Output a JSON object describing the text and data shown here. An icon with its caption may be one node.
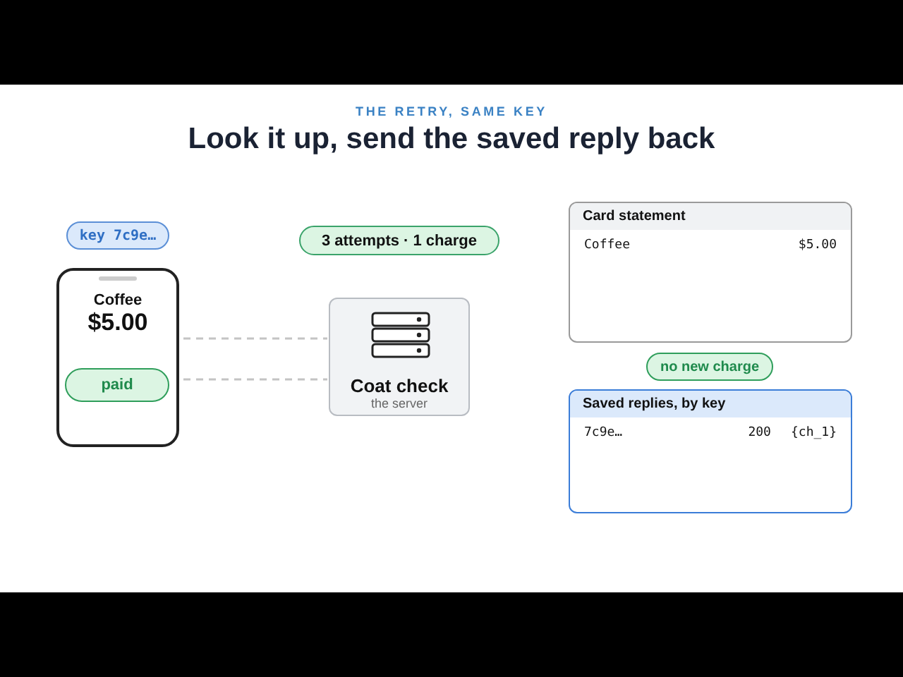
{
  "diagram": {
    "title": "Look it up, send the saved reply back",
    "nodes": [
      {
        "text": [
          "Coffee",
          "$5.00"
        ]
      },
      {
        "text": [
          "paid"
        ],
        "in": 0
      },
      {
        "text": [
          "Coat check",
          "the server"
        ]
      },
      {
        "text": [
          "key 7c9e…"
        ]
      },
      {
        "text": [
          "3 attempts · 1 charge"
        ]
      },
      {
        "text": [
          "Card statement",
          "Coffee",
          "$5.00"
        ]
      },
      {
        "text": [
          "no new charge"
        ]
      },
      {
        "text": [
          "Saved replies, by key",
          "7c9e…",
          "200",
          "{ch_1}"
        ]
      }
    ],
    "edges": [
      {
        "from": 0,
        "to": 2,
        "arrow": "none",
        "style": "dashed"
      },
      {
        "from": 0,
        "to": 2,
        "arrow": "none",
        "style": "dashed"
      }
    ],
    "labels": [
      "THE RETRY, SAME KEY"
    ]
  }
}
